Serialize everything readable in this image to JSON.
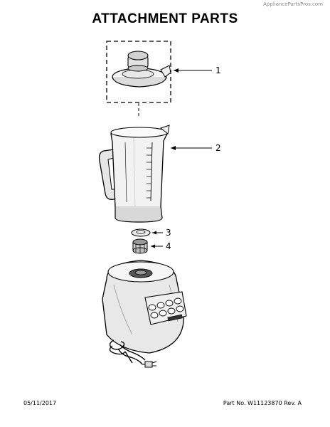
{
  "watermark": "AppliancePartsPros.com",
  "title": "ATTACHMENT PARTS",
  "callouts": [
    "1",
    "2",
    "3",
    "4"
  ],
  "footer": {
    "date": "05/11/2017",
    "part_info": "Part No. W11123870  Rev. A"
  }
}
